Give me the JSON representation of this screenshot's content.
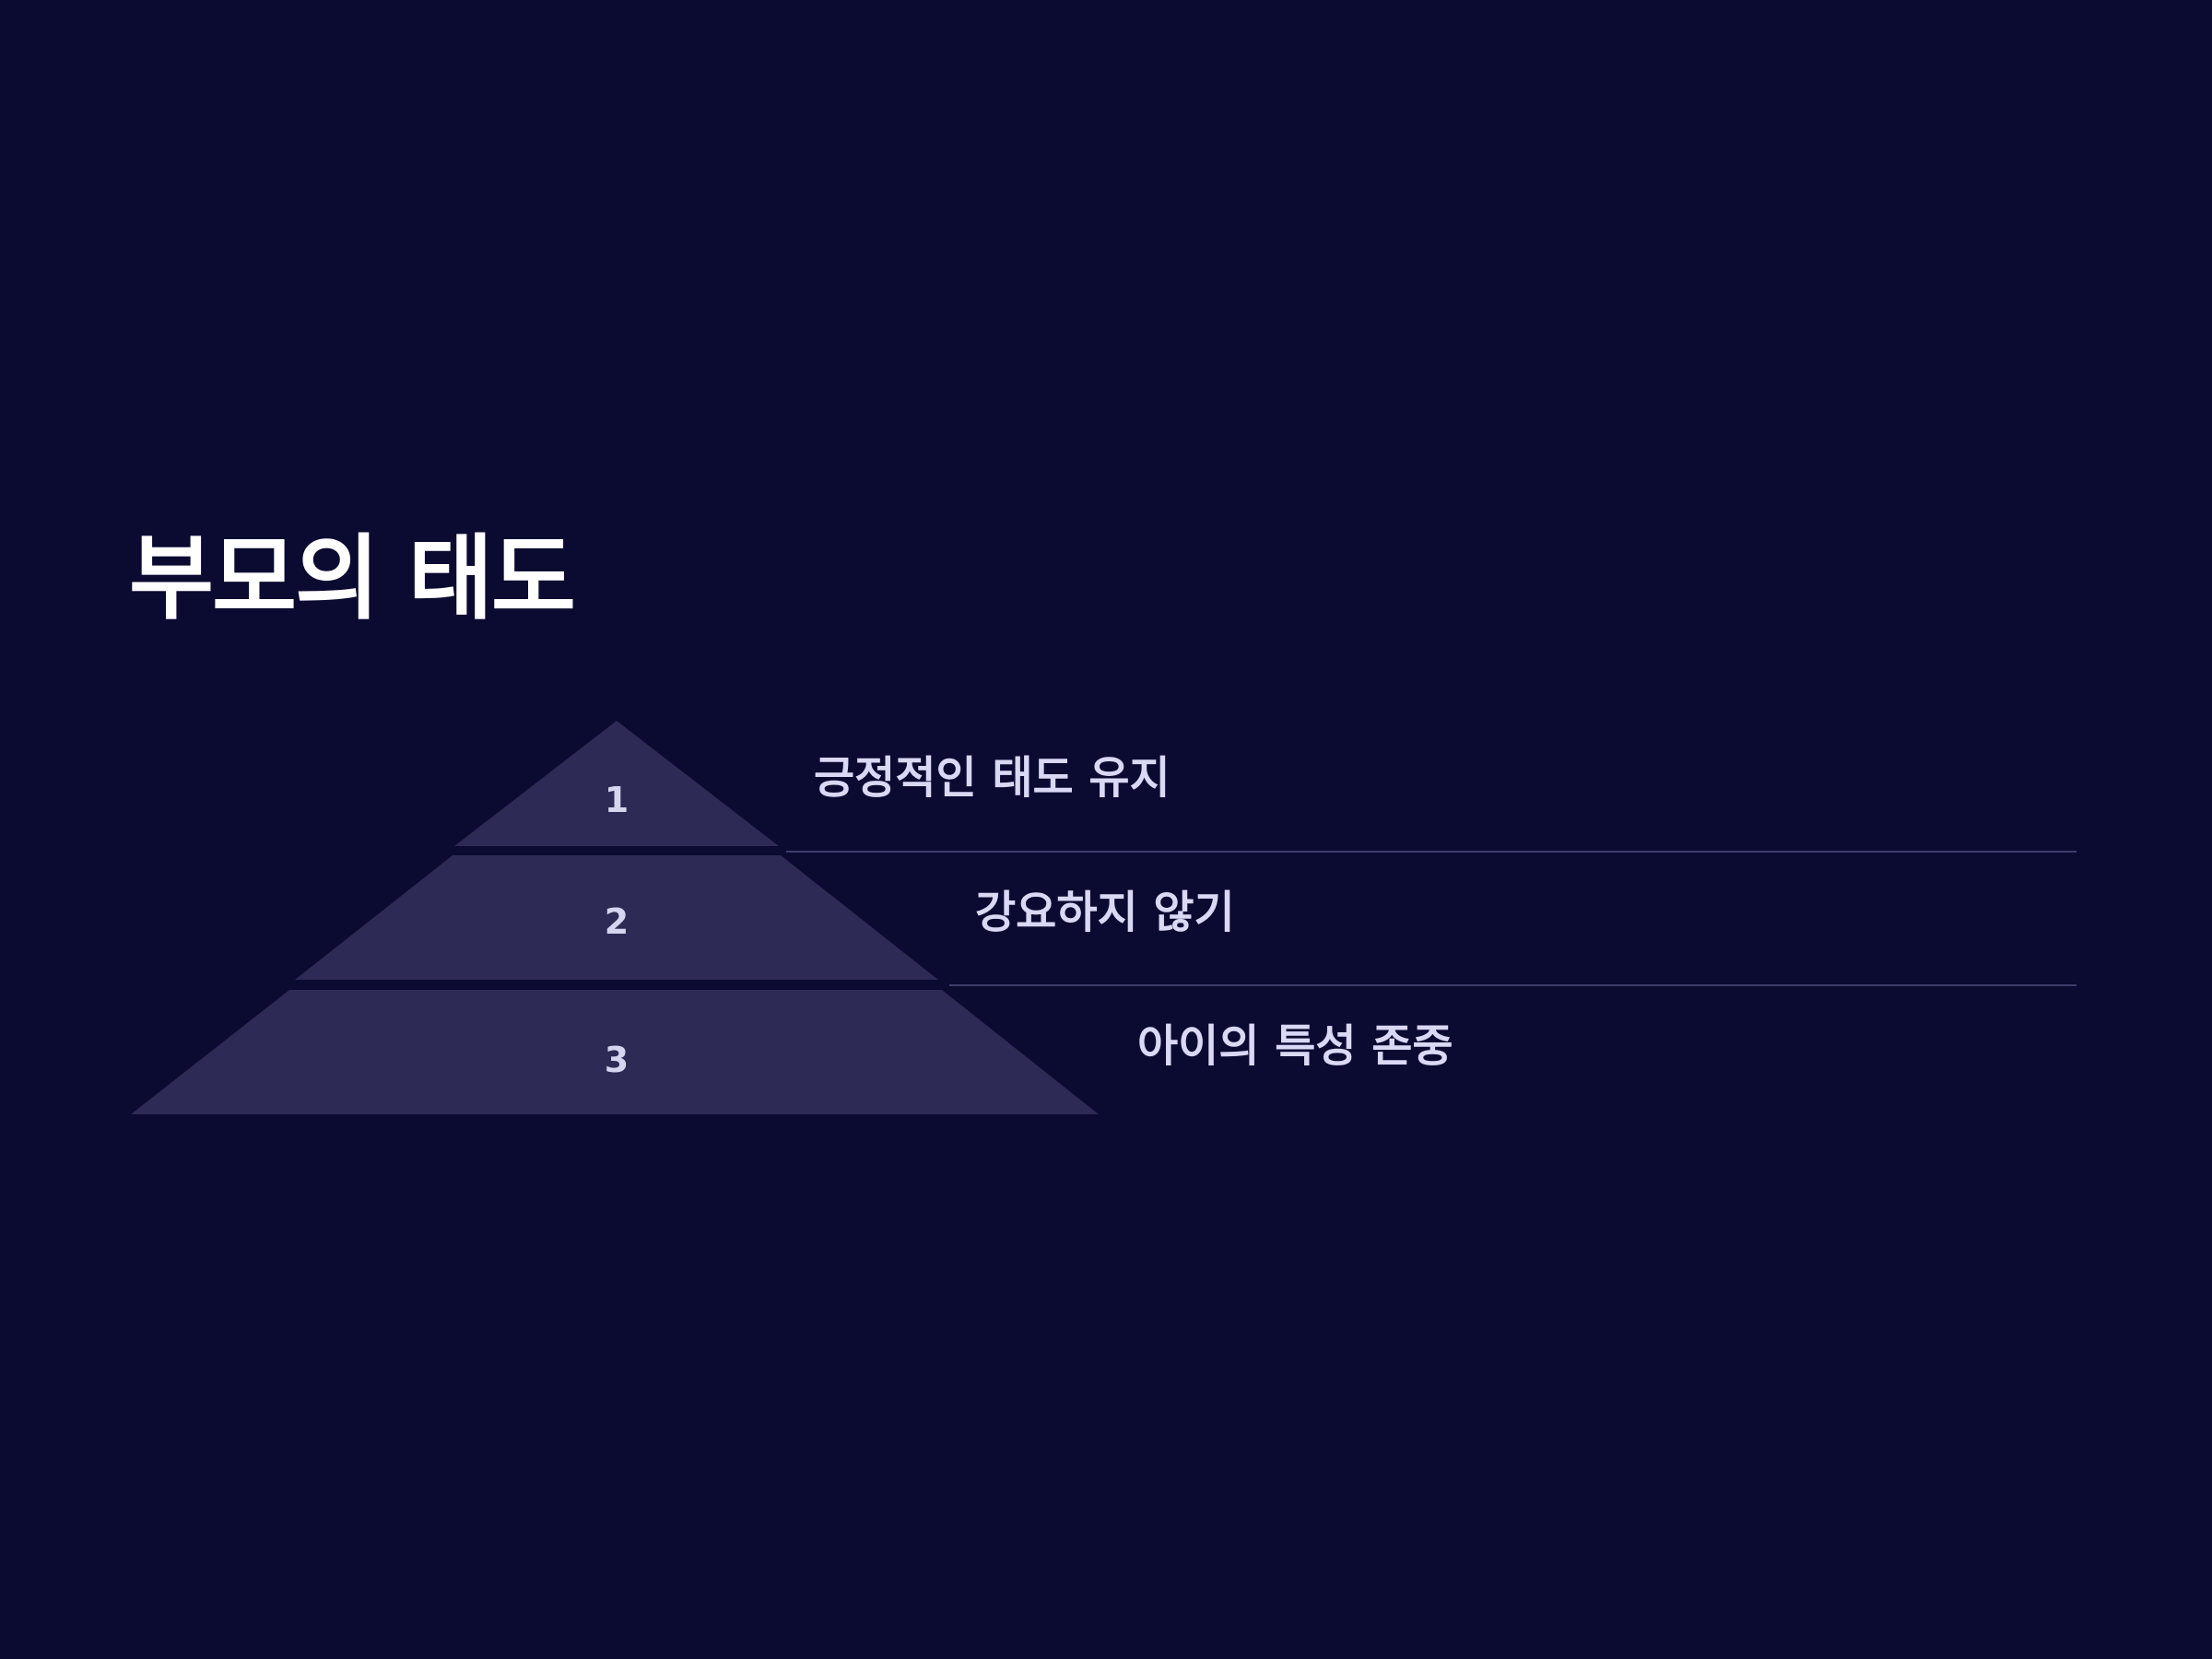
{
  "slide": {
    "title": "부모의 태도"
  },
  "pyramid": {
    "levels": [
      {
        "number": "1",
        "label": "긍정적인 태도 유지"
      },
      {
        "number": "2",
        "label": "강요하지 않기"
      },
      {
        "number": "3",
        "label": "아이의 특성 존중"
      }
    ]
  },
  "colors": {
    "background": "#0b0a31",
    "tier_fill": "#2d2b55",
    "title_text": "#ffffff",
    "label_text": "#d9d8f5",
    "divider": "#3f3e6a"
  }
}
